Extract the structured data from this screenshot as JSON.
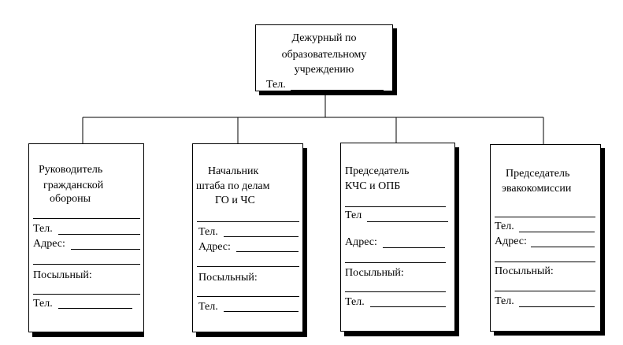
{
  "top": {
    "title_lines": [
      "Дежурный по",
      "образовательному",
      "учреждению"
    ],
    "tel_label": "Тел."
  },
  "boxes": [
    {
      "title_lines": [
        "Руководитель",
        "гражданской",
        "обороны"
      ],
      "tel_label": "Тел.",
      "address_label": "Адрес:",
      "courier_label": "Посыльный:",
      "tel2_label": "Тел."
    },
    {
      "title_lines": [
        "Начальник",
        "штаба по делам",
        "ГО и ЧС"
      ],
      "tel_label": "Тел.",
      "address_label": "Адрес:",
      "courier_label": "Посыльный:",
      "tel2_label": "Тел."
    },
    {
      "title_lines": [
        "Председатель",
        "КЧС и ОПБ"
      ],
      "tel_label": "Тел",
      "address_label": "Адрес:",
      "courier_label": "Посыльный:",
      "tel2_label": "Тел."
    },
    {
      "title_lines": [
        "Председатель",
        "эвакокомиссии"
      ],
      "tel_label": "Тел.",
      "address_label": "Адрес:",
      "courier_label": "Посыльный:",
      "tel2_label": "Тел."
    }
  ]
}
